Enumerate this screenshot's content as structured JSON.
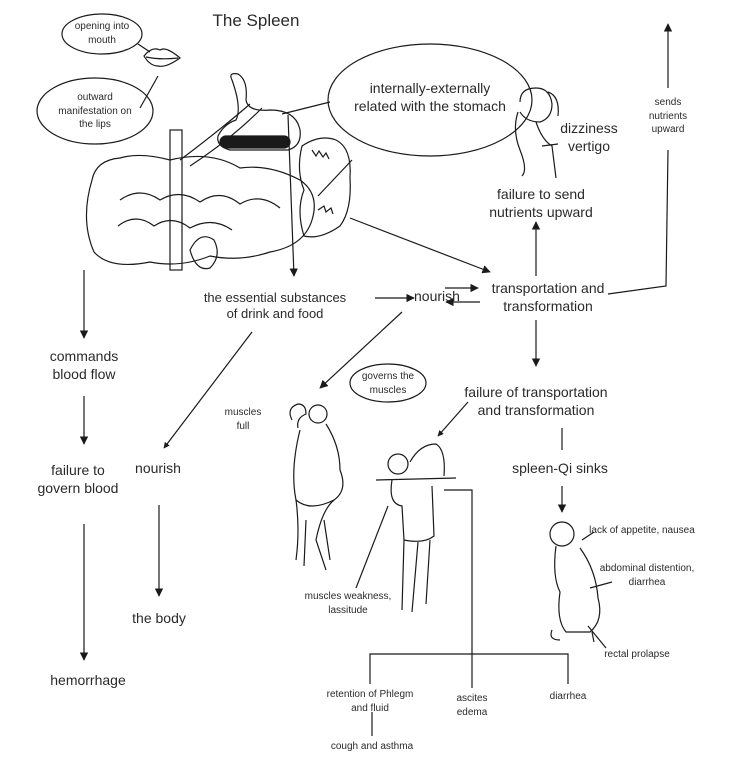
{
  "title": "The Spleen",
  "bubbles": {
    "mouth": "opening into\nmouth",
    "lips": "outward\nmanifestation on\nthe lips",
    "stomach": "internally-externally\nrelated with the stomach",
    "muscles": "governs the\nmuscles"
  },
  "nodes": {
    "essential_substances": "the essential substances\nof drink and food",
    "nourish_center": "nourish",
    "transportation": "transportation and\ntransformation",
    "failure_send_up": "failure to send\nnutrients upward",
    "dizziness": "dizziness\nvertigo",
    "sends_up": "sends\nnutrients\nupward",
    "failure_transport": "failure of transportation\nand transformation",
    "qi_sinks": "spleen-Qi sinks",
    "commands_blood": "commands\nblood flow",
    "failure_govern_blood": "failure to\ngovern blood",
    "hemorrhage": "hemorrhage",
    "nourish_body": "nourish",
    "the_body": "the body",
    "muscles_full": "muscles\nfull",
    "muscles_weak": "muscles weakness,\nlassitude",
    "appetite": "lack of appetite, nausea",
    "abdominal": "abdominal distention,\ndiarrhea",
    "rectal": "rectal prolapse",
    "phlegm": "retention of Phlegm\nand fluid",
    "ascites": "ascites\nedema",
    "diarrhea": "diarrhea",
    "cough": "cough and asthma"
  },
  "colors": {
    "ink": "#1a1a1a",
    "background": "#ffffff"
  }
}
